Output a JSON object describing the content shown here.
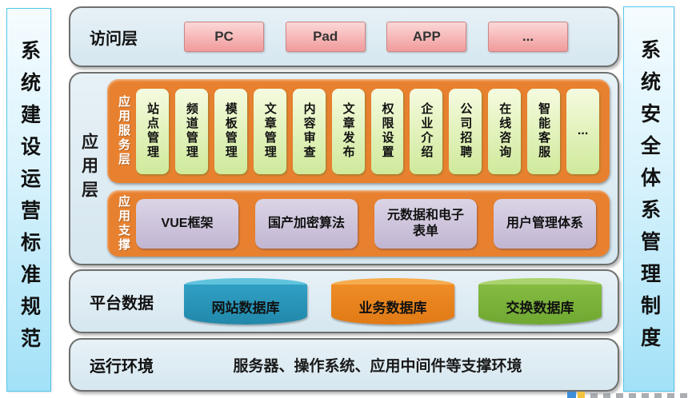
{
  "sidebars": {
    "left": {
      "text": "系统建设运营标准规范"
    },
    "right": {
      "text": "系统安全体系管理制度"
    }
  },
  "layers": {
    "access": {
      "label": "访问层",
      "items": [
        "PC",
        "Pad",
        "APP",
        "..."
      ]
    },
    "application": {
      "label": "应用层",
      "service": {
        "label": "应用服务层",
        "items": [
          "站点管理",
          "频道管理",
          "模板管理",
          "文章管理",
          "内容审查",
          "文章发布",
          "权限设置",
          "企业介绍",
          "公司招聘",
          "在线咨询",
          "智能客服",
          "..."
        ]
      },
      "support": {
        "label": "应用支撑",
        "items": [
          "VUE框架",
          "国产加密算法",
          "元数据和电子\n表单",
          "用户管理体系"
        ]
      }
    },
    "data": {
      "label": "平台数据",
      "databases": [
        {
          "name": "网站数据库",
          "color": "#2E9BBF"
        },
        {
          "name": "业务数据库",
          "color": "#EC8A25"
        },
        {
          "name": "交换数据库",
          "color": "#83BA3F"
        }
      ]
    },
    "runtime": {
      "label": "运行环境",
      "text": "服务器、操作系统、应用中间件等支撑环境"
    }
  },
  "colors": {
    "row_fill": "#DCE9F2",
    "row_border": "#6F6F6F",
    "orange_container": "#E8812F",
    "green_card": "#DDEFAC",
    "purple_card": "#CBC0D9",
    "pink_button": "#F4AFAF",
    "pillar_fill": "#BDEAFA",
    "pillar_border": "#54C6EC"
  },
  "watermark": {
    "square_colors": [
      "#3E8FD8",
      "#F3C33F"
    ]
  }
}
